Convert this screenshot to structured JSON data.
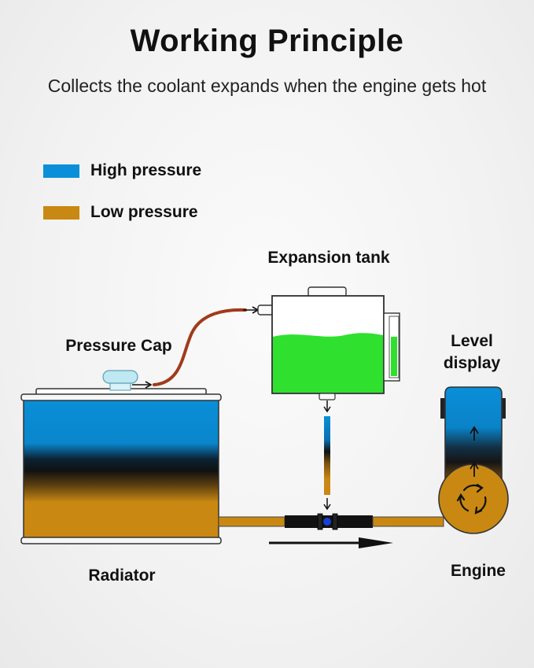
{
  "title": "Working Principle",
  "subtitle": "Collects the coolant expands when the engine gets hot",
  "legend": [
    {
      "label": "High pressure",
      "color": "#0a8fd8"
    },
    {
      "label": "Low pressure",
      "color": "#c98812"
    }
  ],
  "labels": {
    "expansion_tank": "Expansion tank",
    "pressure_cap": "Pressure Cap",
    "level_display": "Level\ndisplay",
    "radiator": "Radiator",
    "engine": "Engine"
  },
  "colors": {
    "high_pressure": "#0a8fd8",
    "low_pressure": "#c98812",
    "coolant": "#2fe02f",
    "hose": "#a23a1a"
  }
}
